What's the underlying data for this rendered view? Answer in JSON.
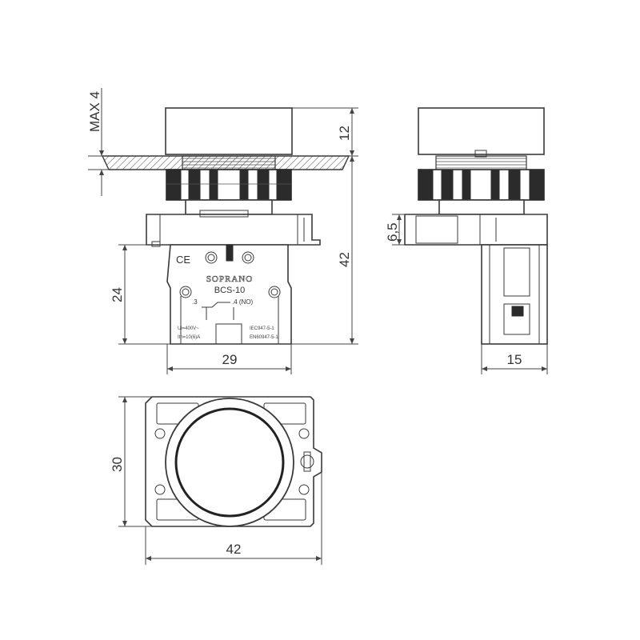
{
  "dimensions": {
    "max4": "MAX 4",
    "d12": "12",
    "d42_vertical": "42",
    "d24": "24",
    "d29": "29",
    "d6_5": "6,5",
    "d15": "15",
    "d30": "30",
    "d42_horizontal": "42"
  },
  "labels": {
    "ce_mark": "CE",
    "brand": "SOPRANO",
    "model": "BCS-10",
    "terminal_3": ".3",
    "terminal_4": ".4 (NO)",
    "rating_ui": "Ui=400V~",
    "rating_ith": "Ith=10(6)A",
    "standard_1": "IEC947-5-1",
    "standard_2": "EN60947-5-1"
  },
  "colors": {
    "line": "#3a3a3a",
    "dark_fill": "#2b2b2b",
    "background": "#ffffff"
  }
}
